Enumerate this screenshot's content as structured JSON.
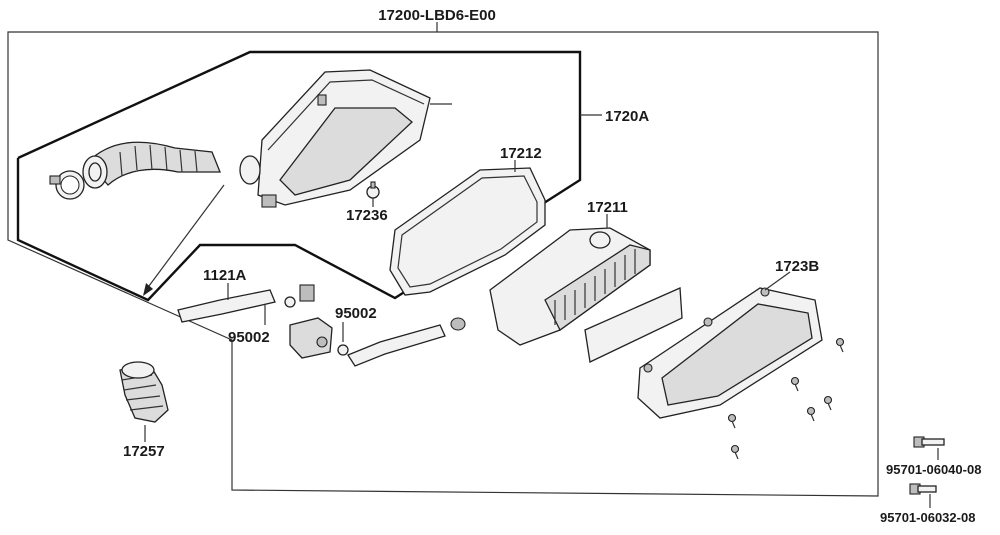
{
  "diagram": {
    "assembly_number": "17200-LBD6-E00",
    "labels": {
      "case_assy": "1720A",
      "element_seal": "17212",
      "screw_17236": "17236",
      "element": "17211",
      "cover": "1723B",
      "tube": "1121A",
      "clip_left": "95002",
      "clip_right": "95002",
      "duct": "17257",
      "bolt_a": "95701-06040-08",
      "bolt_b": "95701-06032-08"
    }
  }
}
